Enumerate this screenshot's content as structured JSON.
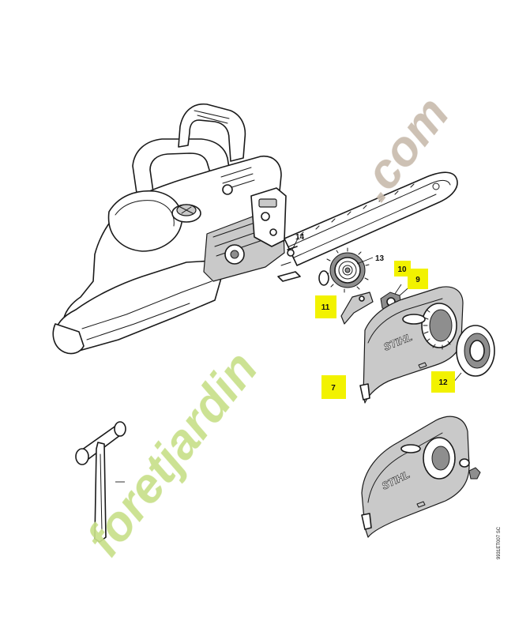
{
  "watermark": {
    "text_green": "foretjardin",
    "text_tan": ".com",
    "colors": {
      "green": "#c8e08a",
      "orange": "#f4b98a",
      "tan": "#c9bcae"
    }
  },
  "callouts": [
    {
      "id": "7",
      "label": "7",
      "highlighted": true
    },
    {
      "id": "9",
      "label": "9",
      "highlighted": true
    },
    {
      "id": "10",
      "label": "10",
      "highlighted": true
    },
    {
      "id": "11",
      "label": "11",
      "highlighted": true
    },
    {
      "id": "12",
      "label": "12",
      "highlighted": true
    },
    {
      "id": "13",
      "label": "13",
      "highlighted": false
    },
    {
      "id": "14",
      "label": "14",
      "highlighted": false
    }
  ],
  "brand": {
    "name": "STIHL"
  },
  "drawing_code": "9931ET007 SC",
  "colors": {
    "highlight": "#f2f200",
    "ink": "#1a1a1a",
    "shade": "#c9c9c9"
  }
}
